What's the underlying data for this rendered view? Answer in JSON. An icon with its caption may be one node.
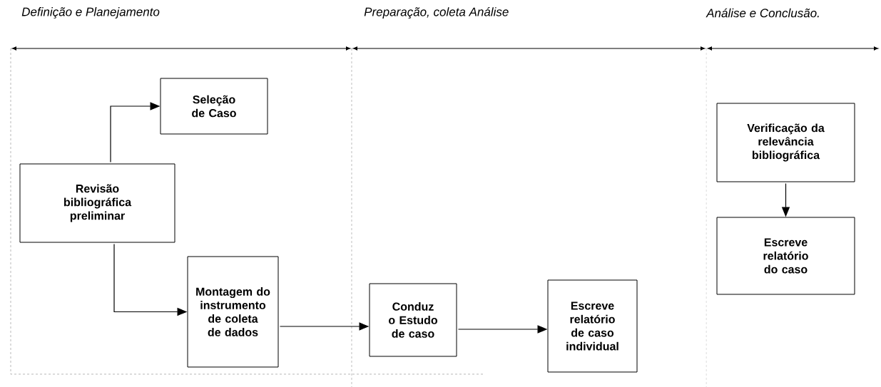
{
  "diagram": {
    "nodes": [
      {
        "text": [
          "Seleção de Caso"
        ]
      },
      {
        "text": [
          "Revisão bibliográfica preliminar"
        ]
      },
      {
        "text": [
          "Montagem do instrumento de coleta de dados"
        ]
      },
      {
        "text": [
          "Conduz o Estudo de caso"
        ]
      },
      {
        "text": [
          "Escreve relatório de caso individual"
        ]
      },
      {
        "text": [
          "Verificação da relevância bibliográfica"
        ]
      },
      {
        "text": [
          "Escreve relatório do caso"
        ]
      }
    ],
    "edges": [
      {
        "from": 1,
        "to": 0,
        "arrow": "to"
      },
      {
        "from": 1,
        "to": 2,
        "arrow": "to"
      },
      {
        "from": 2,
        "to": 3,
        "arrow": "to"
      },
      {
        "from": 3,
        "to": 4,
        "arrow": "to"
      },
      {
        "from": 5,
        "to": 6,
        "arrow": "to"
      }
    ],
    "labels": [
      "Definição e Planejamento",
      "Preparação, coleta Análise",
      "Análise e Conclusão."
    ]
  }
}
